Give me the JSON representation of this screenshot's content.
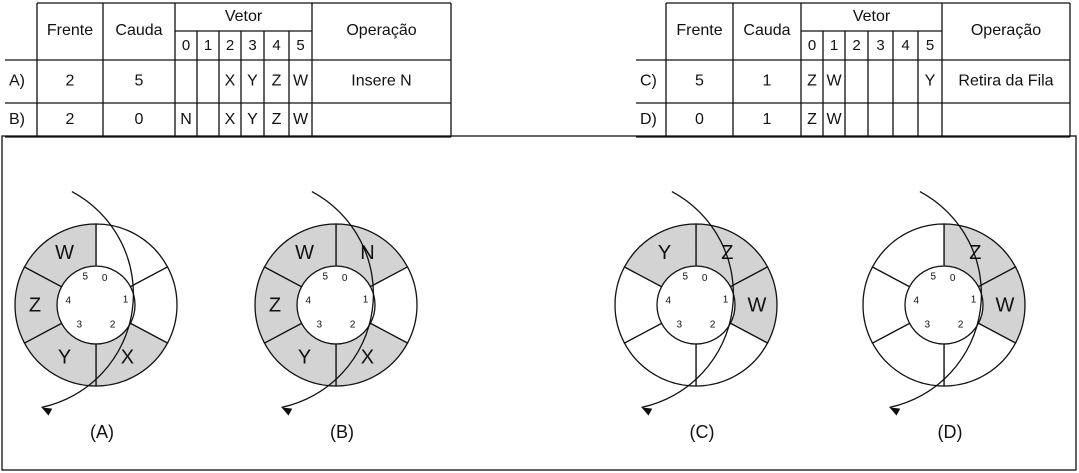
{
  "tables": [
    {
      "headers": {
        "frente": "Frente",
        "cauda": "Cauda",
        "vetor": "Vetor",
        "operacao": "Operação"
      },
      "indices": [
        "0",
        "1",
        "2",
        "3",
        "4",
        "5"
      ],
      "rows": [
        {
          "label": "A)",
          "frente": "2",
          "cauda": "5",
          "cells": [
            "",
            "",
            "X",
            "Y",
            "Z",
            "W"
          ],
          "operacao": "Insere N"
        },
        {
          "label": "B)",
          "frente": "2",
          "cauda": "0",
          "cells": [
            "N",
            "",
            "X",
            "Y",
            "Z",
            "W"
          ],
          "operacao": ""
        }
      ]
    },
    {
      "headers": {
        "frente": "Frente",
        "cauda": "Cauda",
        "vetor": "Vetor",
        "operacao": "Operação"
      },
      "indices": [
        "0",
        "1",
        "2",
        "3",
        "4",
        "5"
      ],
      "rows": [
        {
          "label": "C)",
          "frente": "5",
          "cauda": "1",
          "cells": [
            "Z",
            "W",
            "",
            "",
            "",
            "Y"
          ],
          "operacao": "Retira da Fila"
        },
        {
          "label": "D)",
          "frente": "0",
          "cauda": "1",
          "cells": [
            "Z",
            "W",
            "",
            "",
            "",
            ""
          ],
          "operacao": ""
        }
      ]
    }
  ],
  "rings": [
    {
      "caption": "(A)",
      "cells": [
        "",
        "",
        "X",
        "Y",
        "Z",
        "W"
      ],
      "indices": [
        "0",
        "1",
        "2",
        "3",
        "4",
        "5"
      ]
    },
    {
      "caption": "(B)",
      "cells": [
        "N",
        "",
        "X",
        "Y",
        "Z",
        "W"
      ],
      "indices": [
        "0",
        "1",
        "2",
        "3",
        "4",
        "5"
      ]
    },
    {
      "caption": "(C)",
      "cells": [
        "Z",
        "W",
        "",
        "",
        "",
        "Y"
      ],
      "indices": [
        "0",
        "1",
        "2",
        "3",
        "4",
        "5"
      ]
    },
    {
      "caption": "(D)",
      "cells": [
        "Z",
        "W",
        "",
        "",
        "",
        ""
      ],
      "indices": [
        "0",
        "1",
        "2",
        "3",
        "4",
        "5"
      ]
    }
  ],
  "colors": {
    "filled": "#d3d3d3",
    "empty": "#ffffff",
    "line": "#111111"
  }
}
